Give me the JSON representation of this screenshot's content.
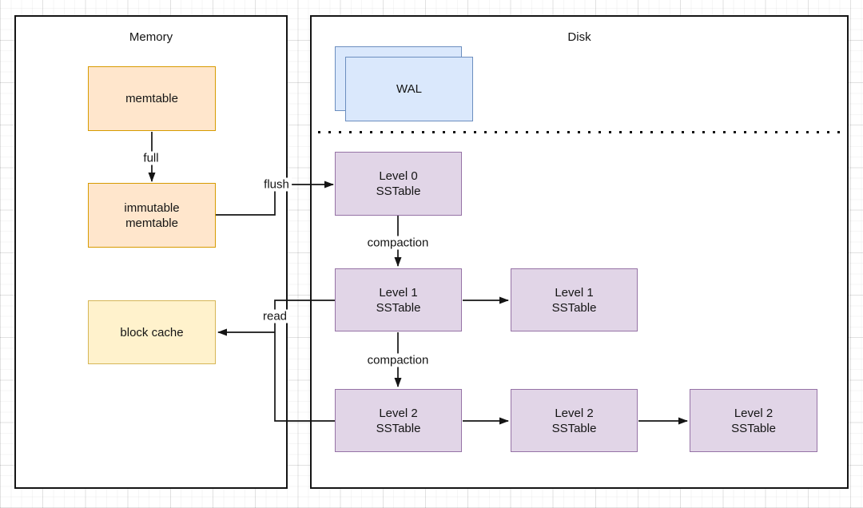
{
  "colors": {
    "memory_node_fill": "#ffe6cc",
    "memory_node_stroke": "#d79b00",
    "cache_node_fill": "#fff2cc",
    "cache_node_stroke": "#d6b656",
    "wal_fill": "#dae8fc",
    "wal_stroke": "#6c8ebf",
    "sstable_fill": "#e1d5e7",
    "sstable_stroke": "#9673a6",
    "line": "#141414",
    "container_fill": "#ffffff"
  },
  "memory": {
    "label": "Memory",
    "nodes": {
      "memtable": "memtable",
      "immutable_memtable": "immutable\nmemtable",
      "block_cache": "block cache"
    }
  },
  "disk": {
    "label": "Disk",
    "wal": "WAL",
    "sstables": {
      "level0": "Level 0\nSSTable",
      "level1_a": "Level 1\nSSTable",
      "level1_b": "Level 1\nSSTable",
      "level2_a": "Level 2\nSSTable",
      "level2_b": "Level 2\nSSTable",
      "level2_c": "Level 2\nSSTable"
    }
  },
  "edges": {
    "full": "full",
    "flush": "flush",
    "compaction_0_to_1": "compaction",
    "compaction_1_to_2": "compaction",
    "read": "read"
  }
}
